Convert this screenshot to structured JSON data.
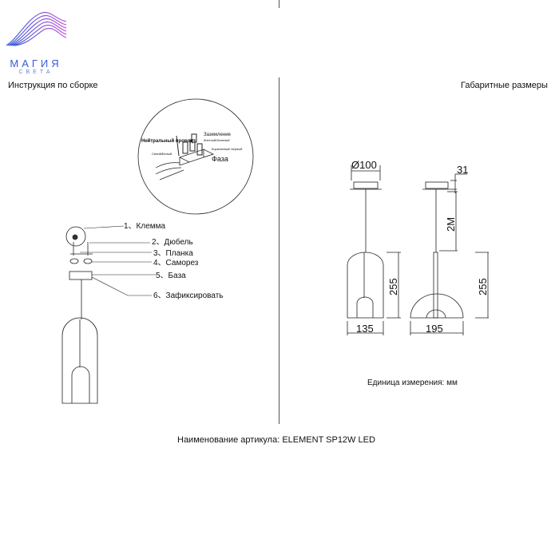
{
  "brand": {
    "name": "МАГИЯ",
    "sub": "СВЕТА",
    "colors": [
      "#3a5bd6",
      "#c05ad8",
      "#8a6ee0"
    ]
  },
  "left": {
    "title": "Инструкция по сборке",
    "wiring": {
      "neutral": "Нейтральный провод",
      "neutral_color": "Синий/Белый",
      "ground": "Заземление",
      "ground_color": "Желтый/Зеленый",
      "phase_color": "Коричневый Черный",
      "phase": "Фаза"
    },
    "steps": [
      "1、Клемма",
      "2、Дюбель",
      "3、Планка",
      "4、Саморез",
      "5、База",
      "6、Зафиксировать"
    ]
  },
  "right": {
    "title": "Габаритные размеры",
    "dims": {
      "canopy": "Ø100",
      "canopy_h": "31",
      "cable": "2M",
      "height_front": "255",
      "height_side": "255",
      "width_front": "135",
      "width_side": "195"
    },
    "unit": "Единица измерения: мм"
  },
  "footer": {
    "article": "Наименование артикула: ELEMENT SP12W LED"
  }
}
